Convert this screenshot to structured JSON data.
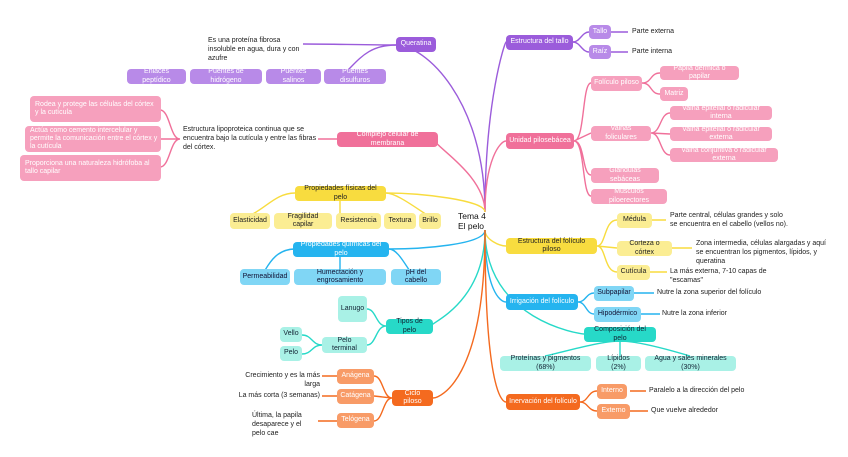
{
  "center": {
    "line1": "Tema 4",
    "line2": "El pelo"
  },
  "queratina": {
    "label": "Queratina",
    "desc": "Es una proteína fibrosa insoluble en agua, dura y con azufre",
    "bonds": [
      "Enlaces peptídico",
      "Puentes de hidrógeno",
      "Puentes salinos",
      "Puentes disulfuros"
    ]
  },
  "complejo": {
    "label": "Complejo celular de membrana",
    "desc": "Estructura lipoproteica continua que se encuentra bajo la cutícula y entre las fibras del córtex.",
    "functions": [
      "Rodea y protege las células del córtex y la cutícula",
      "Actúa como cemento intercelular y permite la comunicación entre el córtex y la cutícula",
      "Proporciona una naturaleza hidrófoba al tallo capilar"
    ]
  },
  "fisicas": {
    "label": "Propiedades físicas del pelo",
    "items": [
      "Elasticidad",
      "Fragilidad capilar",
      "Resistencia",
      "Textura",
      "Brillo"
    ]
  },
  "quimicas": {
    "label": "Propiedades químicas del pelo",
    "items": [
      "Permeabilidad",
      "Humectación y engrosamiento",
      "pH del cabello"
    ]
  },
  "tipos": {
    "label": "Tipos de pelo",
    "lanugo": "Lanugo",
    "terminal": "Pelo terminal",
    "sub": [
      "Vello",
      "Pelo"
    ]
  },
  "ciclo": {
    "label": "Ciclo piloso",
    "phases": [
      {
        "name": "Anágena",
        "desc": "Crecimiento y es la más larga"
      },
      {
        "name": "Catágena",
        "desc": "La más corta (3 semanas)"
      },
      {
        "name": "Telógena",
        "desc": "Última, la papila desaparece y el pelo cae"
      }
    ]
  },
  "tallo": {
    "label": "Estructura del tallo",
    "parts": [
      {
        "name": "Tallo",
        "desc": "Parte externa"
      },
      {
        "name": "Raíz",
        "desc": "Parte interna"
      }
    ]
  },
  "unidad": {
    "label": "Unidad pilosebácea",
    "foliculo": "Folículo piloso",
    "foliculo_parts": [
      "Papila dérmica o papilar",
      "Matriz"
    ],
    "vainas": "Vainas foliculares",
    "vainas_parts": [
      "Vaina epitelial o radicular interna",
      "Vaina epitelial o radicular externa",
      "Vaina conjuntiva o radicular externa"
    ],
    "glandulas": "Glándulas sebáceas",
    "musculos": "Músculos piloerectores"
  },
  "estructura_foliculo": {
    "label": "Estructura del folículo piloso",
    "parts": [
      {
        "name": "Médula",
        "desc": "Parte central, células grandes y solo se encuentra en el cabello (vellos no)."
      },
      {
        "name": "Corteza o córtex",
        "desc": "Zona intermedia, células alargadas y aquí se encuentran los pigmentos, lípidos, y queratina"
      },
      {
        "name": "Cutícula",
        "desc": "La más externa, 7-10 capas de \"escamas\""
      }
    ]
  },
  "irrigacion": {
    "label": "Irrigación del folículo",
    "parts": [
      {
        "name": "Subpapilar",
        "desc": "Nutre la zona superior del folículo"
      },
      {
        "name": "Hipodérmico",
        "desc": "Nutre la zona inferior"
      }
    ]
  },
  "composicion": {
    "label": "Composición del pelo",
    "items": [
      "Proteínas y pigmentos (68%)",
      "Lípidos (2%)",
      "Agua y sales minerales (30%)"
    ]
  },
  "inervacion": {
    "label": "Inervación del folículo",
    "parts": [
      {
        "name": "Interno",
        "desc": "Paralelo a la dirección del pelo"
      },
      {
        "name": "Externo",
        "desc": "Que vuelve alrededor"
      }
    ]
  },
  "colors": {
    "purple": "#9b5cdb",
    "pink": "#f0709a",
    "yellow": "#f8dc3f",
    "blue": "#25b4ef",
    "teal": "#27d9c8",
    "orange": "#f46a1f"
  }
}
